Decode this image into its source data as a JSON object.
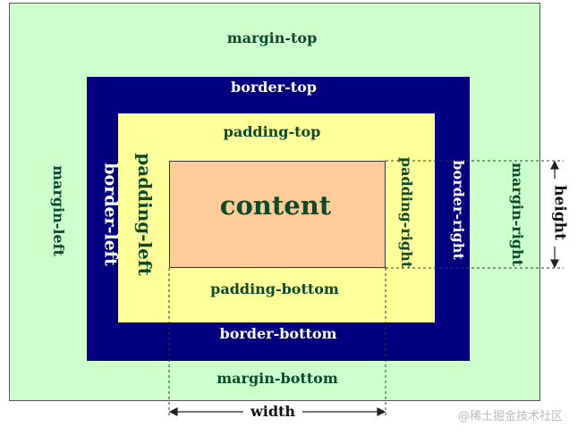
{
  "labels": {
    "margin_top": "margin-top",
    "margin_bottom": "margin-bottom",
    "margin_left": "margin-left",
    "margin_right": "margin-right",
    "border_top": "border-top",
    "border_bottom": "border-bottom",
    "border_left": "border-left",
    "border_right": "border-right",
    "padding_top": "padding-top",
    "padding_bottom": "padding-bottom",
    "padding_left": "padding-left",
    "padding_right": "padding-right",
    "content": "content",
    "width": "width",
    "height": "height"
  },
  "watermark": "@稀土掘金技术社区",
  "colors": {
    "margin": "#ccffcc",
    "border": "#000080",
    "padding": "#ffff99",
    "content": "#ffcc99",
    "label_dark": "#0c4a2c",
    "label_light": "#ffffff"
  }
}
